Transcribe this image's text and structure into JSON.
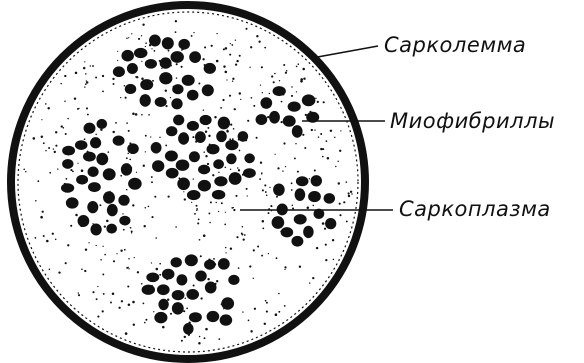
{
  "diagram": {
    "labels": {
      "sarcolemma": "Сарколемма",
      "myofibrils": "Миофибриллы",
      "sarcoplasm": "Саркоплазма"
    },
    "colors": {
      "ink": "#111111",
      "background": "#ffffff"
    }
  }
}
